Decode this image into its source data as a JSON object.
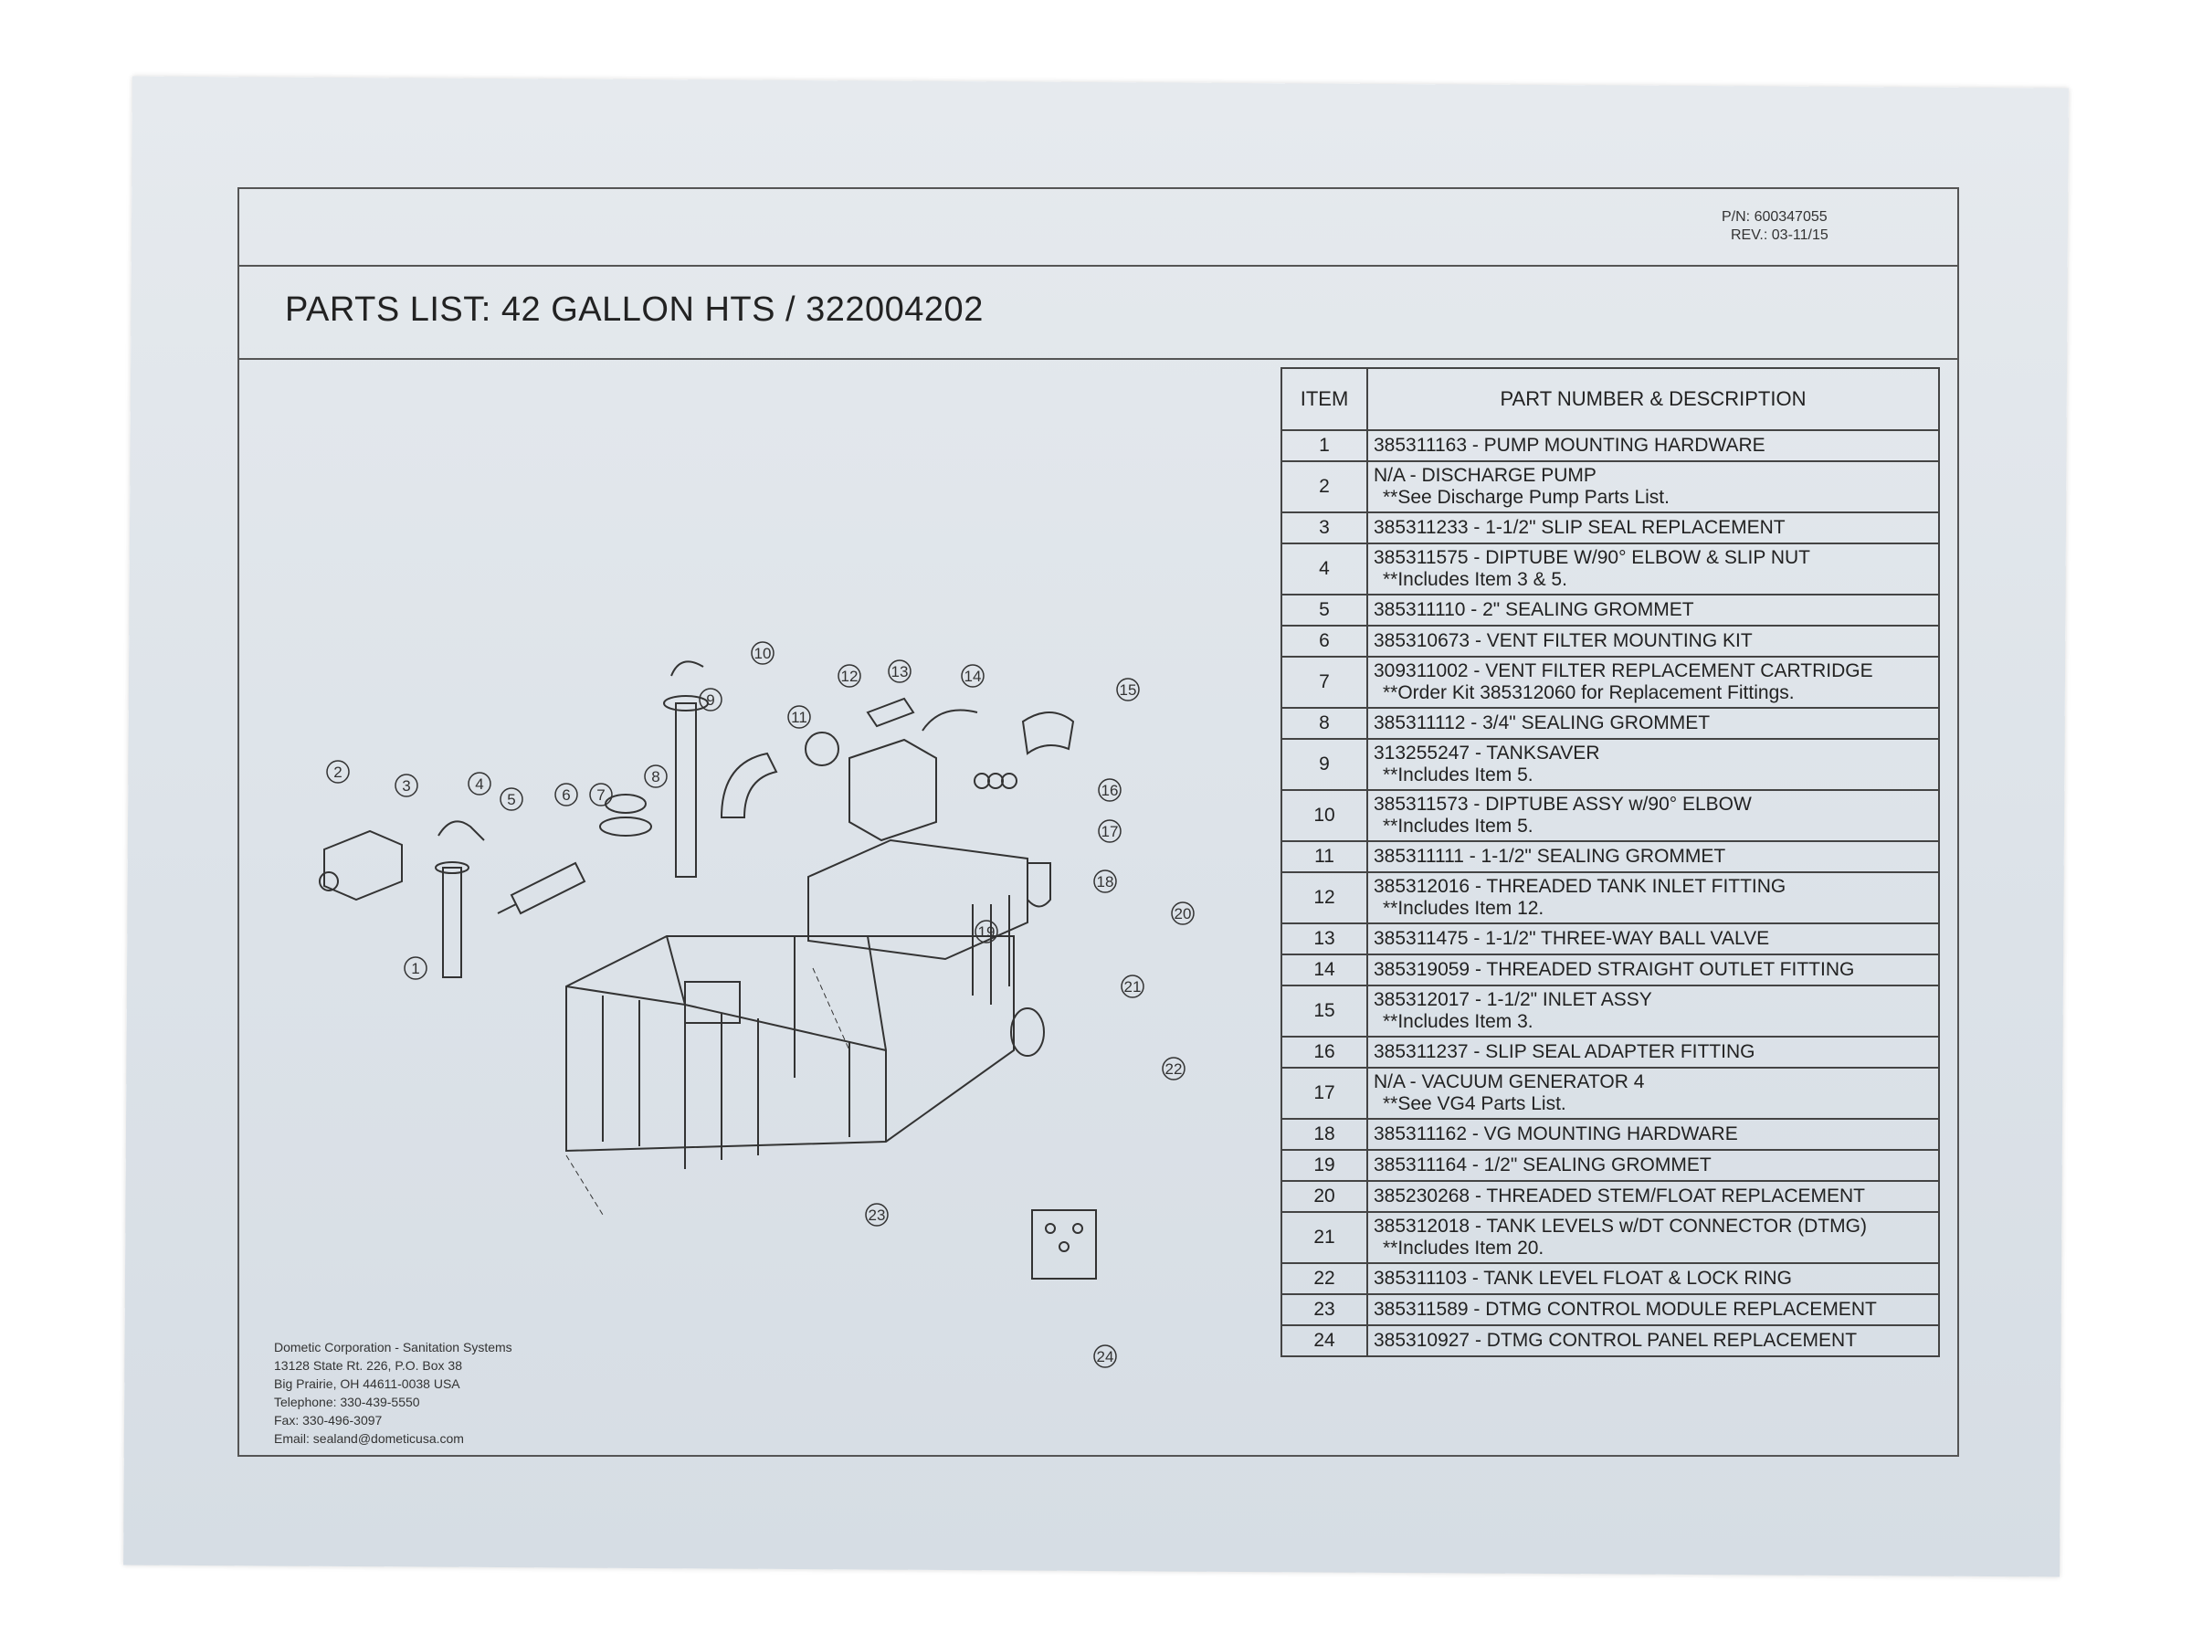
{
  "header": {
    "part_number": "P/N: 600347055",
    "revision": "REV.: 03-11/15",
    "title": "PARTS LIST:  42 GALLON HTS / 322004202"
  },
  "table": {
    "col_item": "ITEM",
    "col_desc": "PART NUMBER & DESCRIPTION",
    "rows": [
      {
        "item": "1",
        "desc": "385311163 - PUMP MOUNTING HARDWARE",
        "note": ""
      },
      {
        "item": "2",
        "desc": "N/A - DISCHARGE PUMP",
        "note": "**See Discharge Pump Parts List."
      },
      {
        "item": "3",
        "desc": "385311233 - 1-1/2\" SLIP SEAL REPLACEMENT",
        "note": ""
      },
      {
        "item": "4",
        "desc": "385311575 - DIPTUBE W/90° ELBOW & SLIP NUT",
        "note": "**Includes Item 3 & 5."
      },
      {
        "item": "5",
        "desc": "385311110 - 2\" SEALING GROMMET",
        "note": ""
      },
      {
        "item": "6",
        "desc": "385310673 - VENT FILTER MOUNTING KIT",
        "note": ""
      },
      {
        "item": "7",
        "desc": "309311002 - VENT FILTER REPLACEMENT CARTRIDGE",
        "note": "**Order Kit 385312060 for Replacement Fittings."
      },
      {
        "item": "8",
        "desc": "385311112 - 3/4\" SEALING GROMMET",
        "note": ""
      },
      {
        "item": "9",
        "desc": "313255247 - TANKSAVER",
        "note": "**Includes Item 5."
      },
      {
        "item": "10",
        "desc": "385311573 - DIPTUBE ASSY w/90° ELBOW",
        "note": "**Includes Item 5."
      },
      {
        "item": "11",
        "desc": "385311111 - 1-1/2\" SEALING GROMMET",
        "note": ""
      },
      {
        "item": "12",
        "desc": "385312016 - THREADED TANK INLET FITTING",
        "note": "**Includes Item 12."
      },
      {
        "item": "13",
        "desc": "385311475 - 1-1/2\" THREE-WAY BALL VALVE",
        "note": ""
      },
      {
        "item": "14",
        "desc": "385319059 - THREADED STRAIGHT OUTLET FITTING",
        "note": ""
      },
      {
        "item": "15",
        "desc": "385312017 - 1-1/2\" INLET ASSY",
        "note": "**Includes Item 3."
      },
      {
        "item": "16",
        "desc": "385311237 - SLIP SEAL ADAPTER FITTING",
        "note": ""
      },
      {
        "item": "17",
        "desc": "N/A - VACUUM GENERATOR 4",
        "note": "**See VG4 Parts List."
      },
      {
        "item": "18",
        "desc": "385311162 - VG MOUNTING HARDWARE",
        "note": ""
      },
      {
        "item": "19",
        "desc": "385311164 - 1/2\" SEALING GROMMET",
        "note": ""
      },
      {
        "item": "20",
        "desc": "385230268 - THREADED STEM/FLOAT REPLACEMENT",
        "note": ""
      },
      {
        "item": "21",
        "desc": "385312018 - TANK LEVELS w/DT CONNECTOR (DTMG)",
        "note": "**Includes Item 20."
      },
      {
        "item": "22",
        "desc": "385311103 - TANK LEVEL FLOAT & LOCK RING",
        "note": ""
      },
      {
        "item": "23",
        "desc": "385311589 - DTMG CONTROL MODULE REPLACEMENT",
        "note": ""
      },
      {
        "item": "24",
        "desc": "385310927 - DTMG CONTROL PANEL REPLACEMENT",
        "note": ""
      }
    ]
  },
  "footer": {
    "company": "Dometic Corporation - Sanitation Systems",
    "street": "13128 State Rt. 226, P.O. Box 38",
    "city": "Big Prairie, OH 44611-0038 USA",
    "phone": "Telephone: 330-439-5550",
    "fax": "Fax: 330-496-3097",
    "email": "Email: sealand@dometicusa.com"
  },
  "callouts": [
    "1",
    "2",
    "3",
    "4",
    "5",
    "6",
    "7",
    "8",
    "9",
    "10",
    "11",
    "12",
    "13",
    "14",
    "15",
    "16",
    "17",
    "18",
    "19",
    "20",
    "21",
    "22",
    "23",
    "24",
    "3",
    "5",
    "5",
    "5"
  ]
}
